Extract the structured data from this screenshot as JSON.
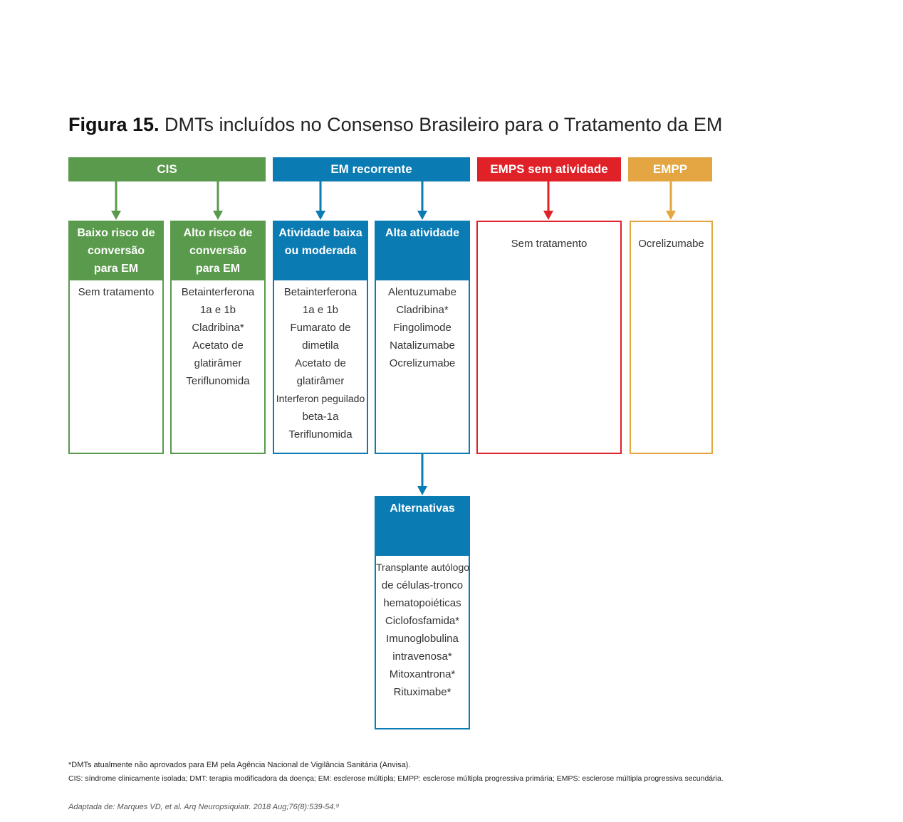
{
  "title": {
    "bold": "Figura 15.",
    "text": " DMTs incluídos no Consenso Brasileiro para o Tratamento da EM"
  },
  "categories": {
    "cis": "CIS",
    "em_recorrente": "EM recorrente",
    "emps": "EMPS sem atividade",
    "empp": "EMPP"
  },
  "boxes": {
    "baixo_risco": {
      "header": [
        "Baixo risco de",
        "conversão",
        "para EM"
      ],
      "items": [
        "Sem tratamento"
      ]
    },
    "alto_risco": {
      "header": [
        "Alto risco de",
        "conversão",
        "para EM"
      ],
      "items": [
        "Betainterferona",
        "1a e 1b",
        "Cladribina*",
        "Acetato de",
        "glatirâmer",
        "Teriflunomida"
      ]
    },
    "atividade_baixa": {
      "header": [
        "Atividade baixa",
        "ou moderada"
      ],
      "items": [
        "Betainterferona",
        "1a e 1b",
        "Fumarato de",
        "dimetila",
        "Acetato de",
        "glatirâmer",
        "Interferon peguilado",
        "beta-1a",
        "Teriflunomida"
      ]
    },
    "alta_atividade": {
      "header": [
        "Alta atividade"
      ],
      "items": [
        "Alentuzumabe",
        "Cladribina*",
        "Fingolimode",
        "Natalizumabe",
        "Ocrelizumabe"
      ]
    },
    "emps": {
      "items": [
        "Sem tratamento"
      ]
    },
    "empp": {
      "items": [
        "Ocrelizumabe"
      ]
    },
    "alternativas": {
      "header": [
        "Alternativas"
      ],
      "items": [
        "Transplante autólogo",
        "de células-tronco",
        "hematopoiéticas",
        "Ciclofosfamida*",
        "Imunoglobulina",
        "intravenosa*",
        "Mitoxantrona*",
        "Rituximabe*"
      ]
    }
  },
  "footnotes": {
    "note1": "*DMTs atualmente não aprovados para EM pela Agência Nacional de Vigilância Sanitária (Anvisa).",
    "note2": "CIS: síndrome clinicamente isolada; DMT: terapia modificadora da doença; EM: esclerose múltipla; EMPP: esclerose múltipla progressiva primária; EMPS: esclerose múltipla progressiva secundária.",
    "source": "Adaptada de: Marques VD, et al. Arq Neuropsiquiatr. 2018 Aug;76(8):539-54.⁹"
  },
  "colors": {
    "green": "#5a9a4c",
    "blue": "#0b7bb4",
    "red": "#e02127",
    "orange": "#e3a643"
  }
}
